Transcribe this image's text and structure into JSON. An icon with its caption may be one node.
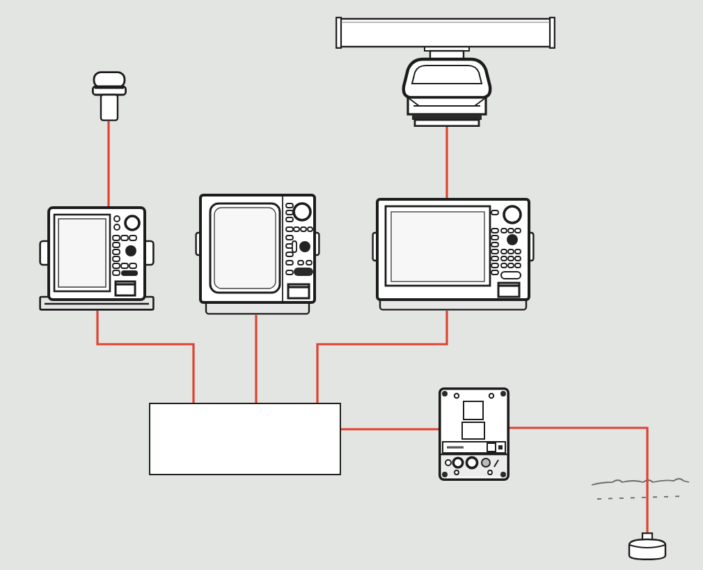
{
  "diagram": {
    "nodes": [
      {
        "text": [],
        "shape": "picture"
      },
      {
        "text": [],
        "shape": "picture"
      },
      {
        "text": [],
        "shape": "picture"
      },
      {
        "text": [],
        "shape": "picture"
      },
      {
        "text": [],
        "shape": "picture"
      },
      {
        "text": [],
        "shape": "box"
      },
      {
        "text": [],
        "shape": "picture"
      },
      {
        "text": [],
        "shape": "picture"
      }
    ],
    "edges": [
      {
        "from": 1,
        "to": 2,
        "arrow": "none"
      },
      {
        "from": 0,
        "to": 4,
        "arrow": "none"
      },
      {
        "from": 2,
        "to": 5,
        "arrow": "none"
      },
      {
        "from": 3,
        "to": 5,
        "arrow": "none"
      },
      {
        "from": 4,
        "to": 5,
        "arrow": "none"
      },
      {
        "from": 5,
        "to": 6,
        "arrow": "none"
      },
      {
        "from": 6,
        "to": 7,
        "arrow": "none"
      }
    ]
  }
}
